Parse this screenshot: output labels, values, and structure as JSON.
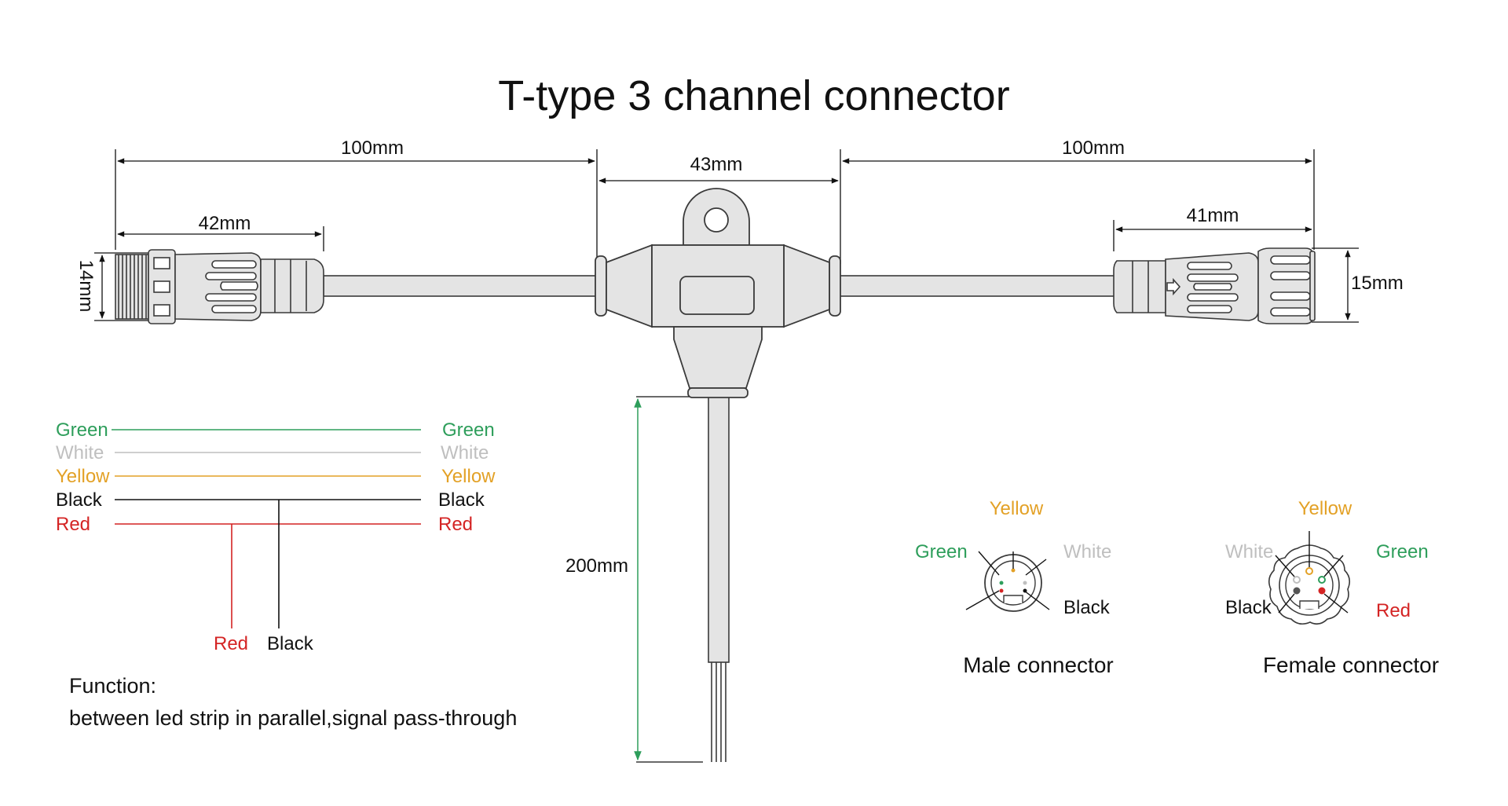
{
  "title": "T-type 3 channel connector",
  "dimensions": {
    "left_cable": "100mm",
    "right_cable": "100mm",
    "body_width": "43mm",
    "male_length": "42mm",
    "female_length": "41mm",
    "male_height": "14mm",
    "female_height": "15mm",
    "drop_cable": "200mm"
  },
  "wiring": {
    "left_labels": [
      "Green",
      "White",
      "Yellow",
      "Black",
      "Red"
    ],
    "right_labels": [
      "Green",
      "White",
      "Yellow",
      "Black",
      "Red"
    ],
    "branch_labels": [
      "Red",
      "Black"
    ]
  },
  "colors": {
    "green": "#2e9e5b",
    "white": "#bfbfbf",
    "yellow": "#e3a126",
    "black": "#111111",
    "red": "#d42424",
    "body_fill": "#e4e4e4",
    "outline": "#3a3a3a"
  },
  "function": {
    "heading": "Function:",
    "text": "between led strip in parallel,signal pass-through"
  },
  "male_connector": {
    "caption": "Male connector",
    "pins": [
      "Yellow",
      "Green",
      "White",
      "Black"
    ]
  },
  "female_connector": {
    "caption": "Female connector",
    "pins": [
      "Yellow",
      "White",
      "Green",
      "Black",
      "Red"
    ]
  }
}
